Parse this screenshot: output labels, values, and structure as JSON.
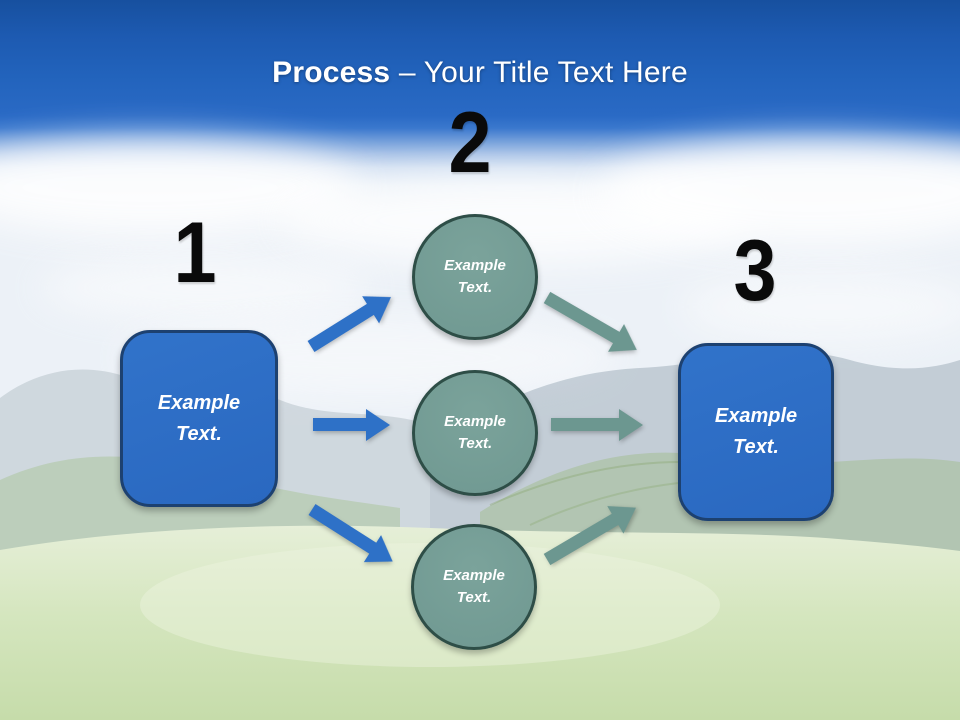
{
  "slide": {
    "title": {
      "emphasis": "Process",
      "rest": "– Your Title Text Here"
    },
    "steps": [
      {
        "number": "1",
        "shape": "rounded-rectangle",
        "label_line1": "Example",
        "label_line2": "Text."
      },
      {
        "number": "2",
        "shape": "circle-group",
        "circles": [
          {
            "label_line1": "Example",
            "label_line2": "Text."
          },
          {
            "label_line1": "Example",
            "label_line2": "Text."
          },
          {
            "label_line1": "Example",
            "label_line2": "Text."
          }
        ]
      },
      {
        "number": "3",
        "shape": "rounded-rectangle",
        "label_line1": "Example",
        "label_line2": "Text."
      }
    ],
    "colors": {
      "title_text": "#ffffff",
      "number_text": "#0a0a0a",
      "box_fill": "#2a68c0",
      "box_fill_light": "#3173ca",
      "box_border": "#1d4170",
      "box_text": "#ffffff",
      "circle_fill": "#6f9891",
      "circle_fill_light": "#7ba39b",
      "circle_border": "#2e4e47",
      "circle_text": "#ffffff",
      "arrow_blue": "#2e71c7",
      "arrow_teal": "#6c9790",
      "sky_top": "#17509f",
      "sky_mid": "#2a6ac5",
      "meadow_green": "#cfe2b5"
    }
  }
}
